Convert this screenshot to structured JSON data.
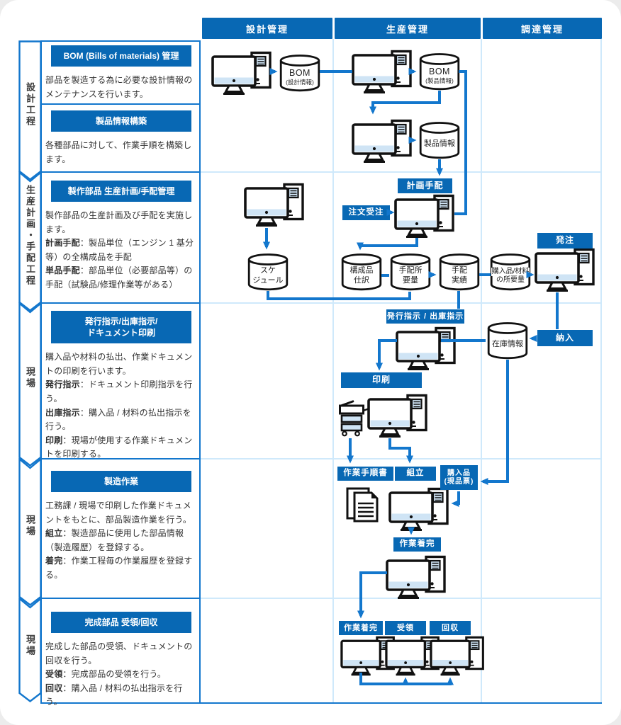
{
  "header": {
    "columns": [
      "設計管理",
      "生産管理",
      "調達管理"
    ]
  },
  "stages": [
    {
      "ribbon": "設計工程",
      "cards": [
        {
          "title": "BOM (Bills of materials) 管理",
          "body": [
            {
              "lead": "",
              "text": "部品を製造する為に必要な設計情報のメンテナンスを行います。"
            }
          ]
        },
        {
          "title": "製品情報構築",
          "body": [
            {
              "lead": "",
              "text": "各種部品に対して、作業手順を構築します。"
            }
          ]
        }
      ]
    },
    {
      "ribbon": "生産計画・手配工程",
      "cards": [
        {
          "title": "製作部品 生産計画/手配管理",
          "body": [
            {
              "lead": "",
              "text": "製作部品の生産計画及び手配を実施します。"
            },
            {
              "lead": "計画手配",
              "text": "：製品単位（エンジン 1 基分等）の全構成品を手配"
            },
            {
              "lead": "単品手配",
              "text": "：部品単位（必要部品等）の手配（試験品/修理作業等がある）"
            }
          ]
        }
      ]
    },
    {
      "ribbon": "現場",
      "cards": [
        {
          "title": "発行指示/出庫指示/\nドキュメント印刷",
          "body": [
            {
              "lead": "",
              "text": "購入品や材料の払出、作業ドキュメントの印刷を行います。"
            },
            {
              "lead": "発行指示",
              "text": "：ドキュメント印刷指示を行う。"
            },
            {
              "lead": "出庫指示",
              "text": "：購入品 / 材料の払出指示を行う。"
            },
            {
              "lead": "印刷",
              "text": "：現場が使用する作業ドキュメントを印刷する。"
            }
          ]
        }
      ]
    },
    {
      "ribbon": "現場",
      "cards": [
        {
          "title": "製造作業",
          "body": [
            {
              "lead": "",
              "text": "工務課 / 現場で印刷した作業ドキュメントをもとに、部品製造作業を行う。"
            },
            {
              "lead": "組立",
              "text": "：製造部品に使用した部品情報（製造履歴）を登録する。"
            },
            {
              "lead": "着完",
              "text": "：作業工程毎の作業履歴を登録する。"
            }
          ]
        }
      ]
    },
    {
      "ribbon": "現場",
      "cards": [
        {
          "title": "完成部品 受領/回収",
          "body": [
            {
              "lead": "",
              "text": "完成した部品の受領、ドキュメントの回収を行う。"
            },
            {
              "lead": "受領",
              "text": "：完成部品の受領を行う。"
            },
            {
              "lead": "回収",
              "text": "：購入品 / 材料の払出指示を行う。"
            }
          ]
        }
      ]
    }
  ],
  "databases": [
    {
      "id": "db-bom-design",
      "label": "BOM",
      "sub": "(設計情報)"
    },
    {
      "id": "db-bom-product",
      "label": "BOM",
      "sub": "(製品情報)"
    },
    {
      "id": "db-product-info",
      "label": "製品情報"
    },
    {
      "id": "db-schedule",
      "label": "スケ\nジュール"
    },
    {
      "id": "db-component-sort",
      "label": "構成品\n仕訳"
    },
    {
      "id": "db-arrange-req",
      "label": "手配所\n要量"
    },
    {
      "id": "db-arrange-actual",
      "label": "手配\n実績"
    },
    {
      "id": "db-purchase-req",
      "label": "購入品/材料\nの所要量"
    },
    {
      "id": "db-stock-info",
      "label": "在庫情報"
    }
  ],
  "chips": [
    {
      "id": "chip-keikaku-tehai",
      "label": "計画手配"
    },
    {
      "id": "chip-chumon-juchu",
      "label": "注文受注"
    },
    {
      "id": "chip-hacchu",
      "label": "発注"
    },
    {
      "id": "chip-hakko-shukko",
      "label": "発行指示 / 出庫指示"
    },
    {
      "id": "chip-nonyu",
      "label": "納入"
    },
    {
      "id": "chip-insatsu",
      "label": "印刷"
    },
    {
      "id": "chip-sagyo-tejunsho",
      "label": "作業手順書"
    },
    {
      "id": "chip-kumitate",
      "label": "組立"
    },
    {
      "id": "chip-konyuhin",
      "label": "購入品\n(現品票)"
    },
    {
      "id": "chip-sagyo-chakkan-1",
      "label": "作業着完"
    },
    {
      "id": "chip-sagyo-chakkan-2",
      "label": "作業着完"
    },
    {
      "id": "chip-juryo",
      "label": "受領"
    },
    {
      "id": "chip-kaishu",
      "label": "回収"
    }
  ],
  "colors": {
    "header_blue": "#0868b4",
    "line_blue": "#1377cd",
    "light_blue": "#cfe4f5",
    "grid_light": "#cfe9fb",
    "text": "#333333"
  }
}
